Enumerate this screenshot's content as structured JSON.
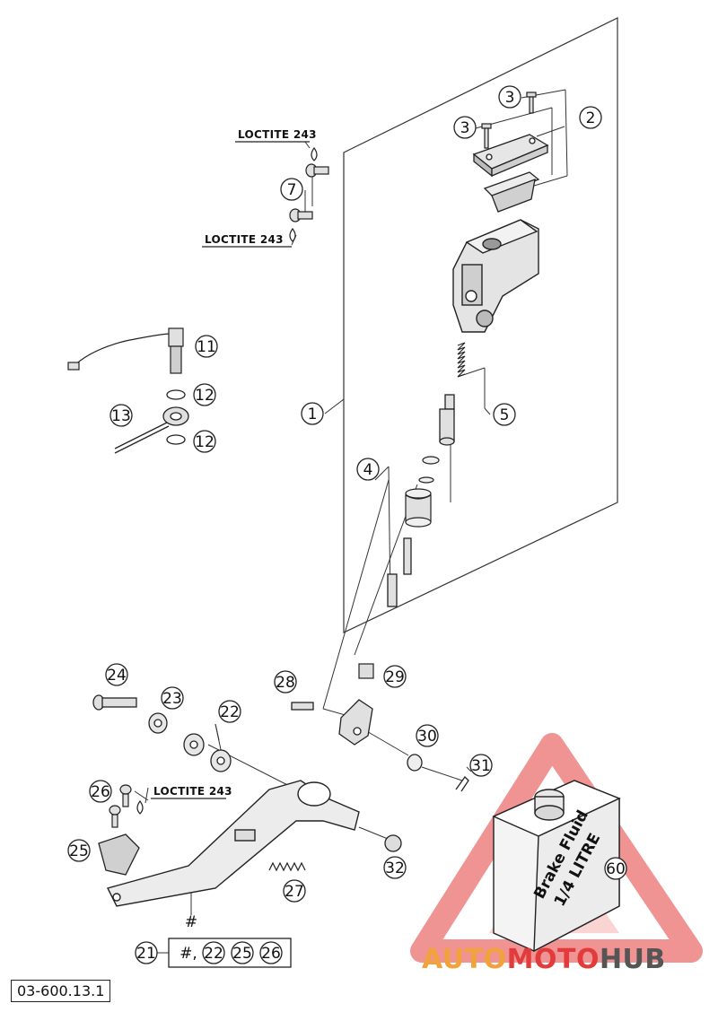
{
  "callouts": [
    {
      "id": "c1",
      "num": "1"
    },
    {
      "id": "c2",
      "num": "2"
    },
    {
      "id": "c3a",
      "num": "3"
    },
    {
      "id": "c3b",
      "num": "3"
    },
    {
      "id": "c4",
      "num": "4"
    },
    {
      "id": "c5",
      "num": "5"
    },
    {
      "id": "c7",
      "num": "7"
    },
    {
      "id": "c11",
      "num": "11"
    },
    {
      "id": "c12a",
      "num": "12"
    },
    {
      "id": "c12b",
      "num": "12"
    },
    {
      "id": "c13",
      "num": "13"
    },
    {
      "id": "c21",
      "num": "21"
    },
    {
      "id": "c22a",
      "num": "22"
    },
    {
      "id": "c22b",
      "num": "22"
    },
    {
      "id": "c23",
      "num": "23"
    },
    {
      "id": "c24",
      "num": "24"
    },
    {
      "id": "c25a",
      "num": "25"
    },
    {
      "id": "c25b",
      "num": "25"
    },
    {
      "id": "c26a",
      "num": "26"
    },
    {
      "id": "c26b",
      "num": "26"
    },
    {
      "id": "c27",
      "num": "27"
    },
    {
      "id": "c28",
      "num": "28"
    },
    {
      "id": "c29",
      "num": "29"
    },
    {
      "id": "c30",
      "num": "30"
    },
    {
      "id": "c31",
      "num": "31"
    },
    {
      "id": "c32",
      "num": "32"
    },
    {
      "id": "c60",
      "num": "60"
    }
  ],
  "loctite_labels": [
    "LOCTITE 243",
    "LOCTITE 243",
    "LOCTITE 243"
  ],
  "hash_mark": "#",
  "kit_hash": "#,",
  "reference_code": "03-600.13.1",
  "bottle": {
    "line1": "Brake Fluid",
    "line2": "1/4 LITRE"
  },
  "watermark": {
    "part1": "AUTO",
    "part2": "MOTO",
    "part3": "HUB",
    "color_orange": "#f2a23a",
    "color_red": "#e23b3b",
    "color_gray": "#555555"
  }
}
